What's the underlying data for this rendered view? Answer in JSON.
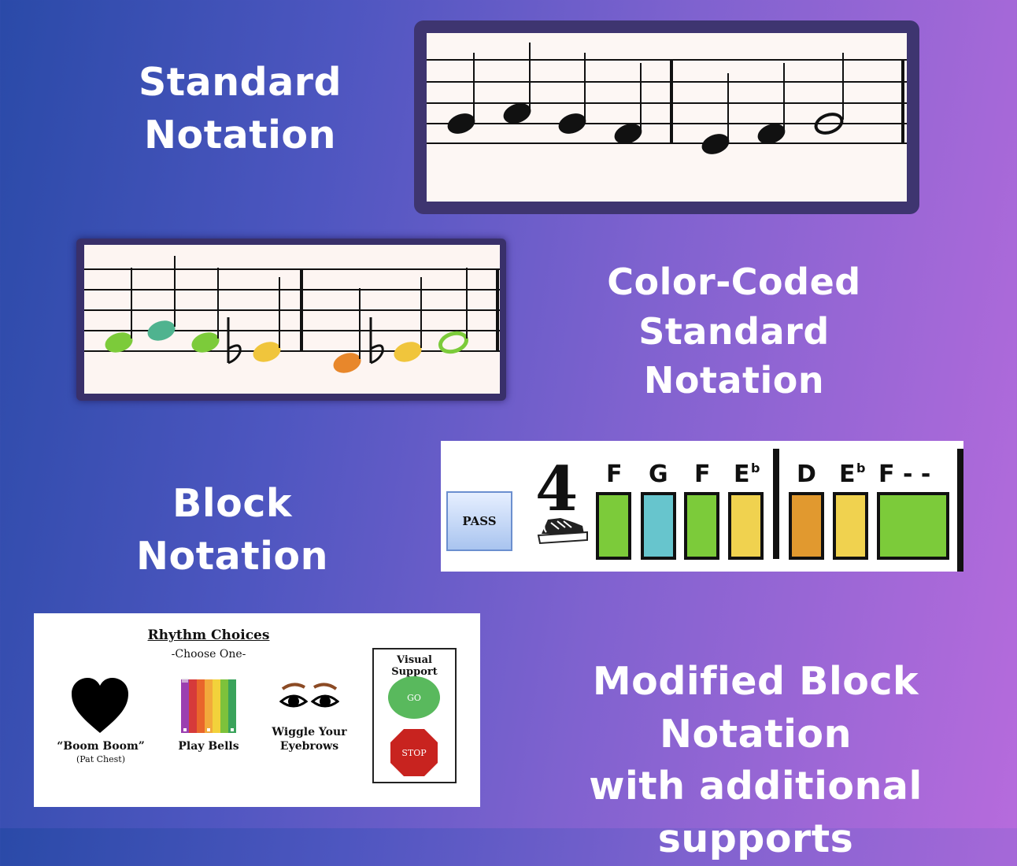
{
  "headings": {
    "standard": [
      "Standard",
      "Notation"
    ],
    "color_coded": [
      "Color-Coded",
      "Standard Notation"
    ],
    "block": [
      "Block Notation"
    ],
    "modified": [
      "Modified Block Notation",
      "with additional supports"
    ]
  },
  "block_notation": {
    "time_signature": "4",
    "pass_label": "PASS",
    "notes_measure1": [
      {
        "letter": "F",
        "accidental": "",
        "color": "#7ccb3a"
      },
      {
        "letter": "G",
        "accidental": "",
        "color": "#67c5cd"
      },
      {
        "letter": "F",
        "accidental": "",
        "color": "#7ccb3a"
      },
      {
        "letter": "E",
        "accidental": "b",
        "color": "#f0d24f"
      }
    ],
    "notes_measure2": [
      {
        "letter": "D",
        "accidental": "",
        "color": "#e1992f"
      },
      {
        "letter": "E",
        "accidental": "b",
        "color": "#f0d24f"
      },
      {
        "letter": "F - -",
        "accidental": "",
        "color": "#7ccb3a"
      }
    ],
    "icons": [
      "sneaker-icon"
    ]
  },
  "note_colors": {
    "F": "#7ccb3a",
    "G": "#4fb38f",
    "Eb": "#f0c53c",
    "D": "#e8872b"
  },
  "rhythm_choices": {
    "title": "Rhythm Choices",
    "subtitle": "-Choose One-",
    "choices": [
      {
        "label": "“Boom Boom”",
        "sublabel": "(Pat Chest)",
        "icon": "heart-icon"
      },
      {
        "label": "Play Bells",
        "sublabel": "",
        "icon": "bells-icon"
      },
      {
        "label": "Wiggle Your Eyebrows",
        "sublabel": "",
        "icon": "eyebrows-icon"
      }
    ],
    "visual_support": {
      "title": "Visual Support",
      "go_label": "GO",
      "stop_label": "STOP",
      "go_color": "#59b95d",
      "stop_color": "#c8231f"
    }
  }
}
